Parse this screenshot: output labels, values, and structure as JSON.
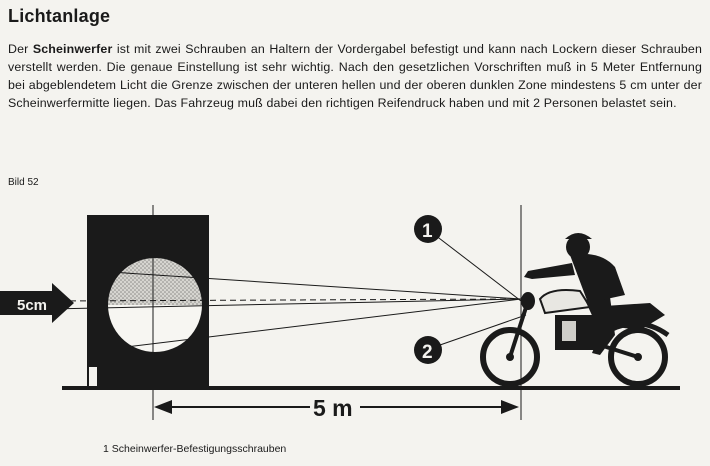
{
  "section": {
    "title": "Lichtanlage"
  },
  "paragraph": {
    "intro": "Der ",
    "term": "Scheinwerfer",
    "text": " ist mit zwei Schrauben an Haltern der Vordergabel befestigt und kann nach Lockern dieser Schrauben verstellt werden. Die genaue Einstellung ist sehr wichtig. Nach den gesetzlichen Vorschriften muß in 5 Meter Entfernung bei abgeblendetem Licht die Grenze zwischen der unteren hellen und der oberen dunklen Zone mindestens 5 cm unter der Scheinwerfermitte liegen. Das Fahrzeug muß dabei den richtigen Reifendruck haben und mit 2 Personen belastet sein."
  },
  "figure": {
    "label": "Bild 52",
    "callout_1": "1",
    "callout_2": "2",
    "offset_label": "5cm",
    "distance_label": "5 m"
  },
  "caption": {
    "text": "1 Scheinwerfer-Befestigungsschrauben"
  }
}
